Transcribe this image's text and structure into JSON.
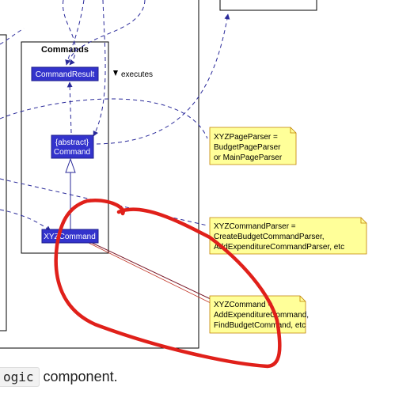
{
  "package": {
    "title": "Commands"
  },
  "classes": {
    "command_result": "CommandResult",
    "abstract_stereotype": "{abstract}",
    "abstract_name": "Command",
    "xyz_command": "XYZCommand"
  },
  "labels": {
    "executes": "executes"
  },
  "notes": {
    "page_parser": [
      "XYZPageParser =",
      "BudgetPageParser",
      "or MainPageParser"
    ],
    "command_parser": [
      "XYZCommandParser =",
      "CreateBudgetCommandParser,",
      "AddExpenditureCommandParser, etc"
    ],
    "command": [
      "XYZCommand =",
      "AddExpenditureCommand,",
      "FindBudgetCommand, etc"
    ]
  },
  "caption": {
    "code": "ogic",
    "text": " component."
  },
  "colors": {
    "class_fill": "#3333cc",
    "note_fill": "#ffff99",
    "annotation": "#e0201a"
  }
}
